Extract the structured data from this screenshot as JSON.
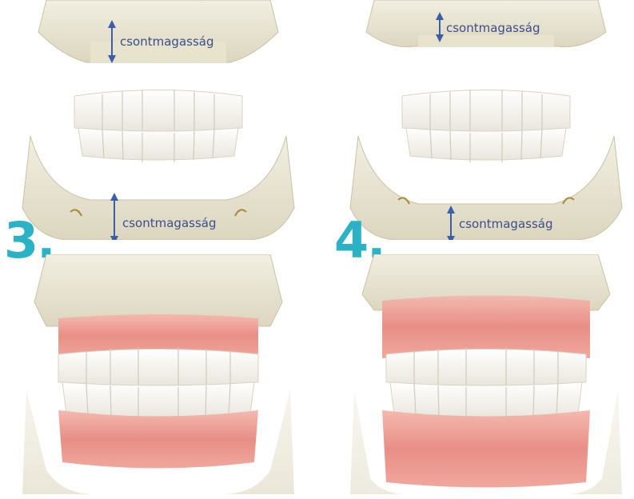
{
  "steps": [
    {
      "number": "3."
    },
    {
      "number": "4."
    }
  ],
  "labels": {
    "bone_height": "csontmagasság"
  },
  "colors": {
    "step_number": "#2bb3c5",
    "arrow": "#3a5fa8",
    "label_text": "#3a4f8a",
    "bone": "#ebe6d2",
    "tooth": "#f8f6f0",
    "gum": "#e88f86"
  }
}
